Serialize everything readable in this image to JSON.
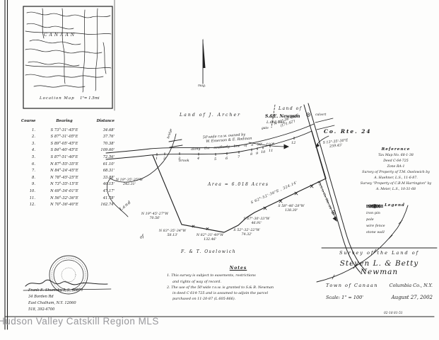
{
  "sheet": {
    "watermark": "Hudson Valley Catskill Region MLS",
    "ref_number": "02-18  81-51"
  },
  "location_map": {
    "region": "CANAAN",
    "caption": "Location Map",
    "scale": "1\"= 1.5mi"
  },
  "north_arrow": {
    "label": "mag."
  },
  "course_table": {
    "headers": {
      "course": "Course",
      "bearing": "Bearing",
      "distance": "Distance"
    },
    "rows": [
      {
        "course": "1.",
        "bearing": "S 73°-31'-45\"E",
        "distance": "34.68'"
      },
      {
        "course": "2.",
        "bearing": "S 87°-31'-05\"E",
        "distance": "37.76'"
      },
      {
        "course": "3.",
        "bearing": "S 89°-05'-45\"E",
        "distance": "70.38'"
      },
      {
        "course": "4.",
        "bearing": "S 84°-40'-45\"E",
        "distance": "109.60'"
      },
      {
        "course": "5.",
        "bearing": "S 87°-51'-40\"E",
        "distance": "72.56'"
      },
      {
        "course": "6.",
        "bearing": "N 87°-55'-35\"E",
        "distance": "61.10'"
      },
      {
        "course": "7.",
        "bearing": "N 84°-24'-45\"E",
        "distance": "68.31'"
      },
      {
        "course": "8.",
        "bearing": "N 78°-45'-25\"E",
        "distance": "33.88'"
      },
      {
        "course": "9.",
        "bearing": "N 73°-35'-15\"E",
        "distance": "46.15'"
      },
      {
        "course": "10.",
        "bearing": "N 69°-34'-01\"E",
        "distance": "47.17'"
      },
      {
        "course": "11.",
        "bearing": "N 56°-32'-36\"E",
        "distance": "41.78'"
      },
      {
        "course": "12.",
        "bearing": "N 70°-36'-40\"E",
        "distance": "162.74'"
      }
    ]
  },
  "plat": {
    "adjoiners": {
      "archer": "Land  of  J.  Archer",
      "newman_land_of": "Land of",
      "newman": "S.&E. Newman",
      "newman_liber": "L.605-866",
      "oselowich_land": "Land",
      "oselowich_of": "of",
      "oselowich": "F. & T.  Oselowich"
    },
    "row_note_1": "50'wide r.o.w. owned by",
    "row_note_2": "W. Emerson & E. Rodman",
    "row_along": "along  the  southerly  line  of  a  50' r.o.w.",
    "features": {
      "bridge": "bridge",
      "brook": "brook",
      "gate": "gate",
      "culvert": "culvert",
      "road": "Co.  Rte.  24",
      "road_note": "ditch in Co. Rte. 24"
    },
    "area": "Area = 6.018  Acres",
    "bearing_labels": {
      "west_long": [
        "N 19°-35'-35\"W",
        "242.31'"
      ],
      "west_short": [
        "N 19°-45'-27\"W",
        "70.56'"
      ],
      "south_1": [
        "N 83°-35'-34\"W",
        "58.13'"
      ],
      "south_2": [
        "N 82°-31'-49\"W",
        "132.46'"
      ],
      "south_3": [
        "S 52°-32'-22\"W",
        "74.32'"
      ],
      "south_4": [
        "S 67°-30'-33\"W",
        "46.91'"
      ],
      "south_5": [
        "S 58°-46'-28\"W",
        "138.30'"
      ],
      "diagonal": "S 62°-52'-36\"E , 324.14'",
      "newman_line": [
        "N 71°-36'-40\"E",
        "(171.42')"
      ],
      "road_line": [
        "S 13°-35'-30\"E",
        "259.45'"
      ]
    },
    "course_numbers": [
      "1",
      "2",
      "3",
      "4",
      "5",
      "6",
      "7",
      "8",
      "9",
      "10",
      "11",
      "12"
    ]
  },
  "reference": {
    "title": "Reference",
    "lines": [
      "Tax Map No. 68-1-38",
      "Deed C-64-725",
      "Zone RA-1",
      "Survey of Property of T.M. Oselowich by",
      "A. Huehner, L.S., 11-6-87.",
      "Survey \"Property of C.B.M Harrington\" by",
      "A. Meier, L.S., 10-31-68"
    ]
  },
  "legend": {
    "title": "Legend",
    "items": [
      {
        "icon": "iron-pin-icon",
        "label": "iron pin"
      },
      {
        "icon": "pole-icon",
        "label": "pole"
      },
      {
        "icon": "wire-fence-icon",
        "label": "wire fence"
      },
      {
        "icon": "stone-wall-icon",
        "label": "stone wall"
      }
    ]
  },
  "title_block": {
    "heading": "Survey  of  the  Land  of",
    "owner": "Steven L. & Betty Newman",
    "town": "Town  of  Canaan",
    "county": "Columbia Co., N.Y.",
    "scale": "Scale: 1\" = 100'",
    "date": "August 27, 2002"
  },
  "notes": {
    "title": "Notes",
    "lines": [
      "1. This survey is subject to easements, restrictions",
      "and rights of way of record.",
      "2. The use of the 50'wide r.o.w. is granted to S.& B. Newman",
      "in deed C 614-725 and is assumed to adjoin the parcel",
      "purchased on 11-20-87 (L 605-866)."
    ]
  },
  "surveyor": {
    "name": "Frank E. Shumsky, L.S. 48871",
    "address_1": "34 Borden Rd",
    "address_2": "East Chatham, N.Y. 12060",
    "phone": "518, 392-4700"
  }
}
